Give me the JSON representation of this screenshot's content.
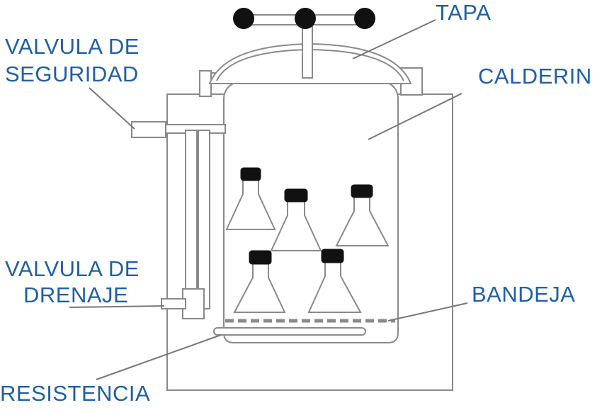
{
  "labels": {
    "tapa": "TAPA",
    "valvula_seguridad_1": "VALVULA DE",
    "valvula_seguridad_2": "SEGURIDAD",
    "calderin": "CALDERIN",
    "valvula_drenaje_1": "VALVULA DE",
    "valvula_drenaje_2": "DRENAJE",
    "bandeja": "BANDEJA",
    "resistencia": "RESISTENCIA"
  },
  "colors": {
    "label_text": "#1f5fa6",
    "outline": "#8a8a8a",
    "leader_line": "#777777",
    "flask_cap": "#111111"
  }
}
